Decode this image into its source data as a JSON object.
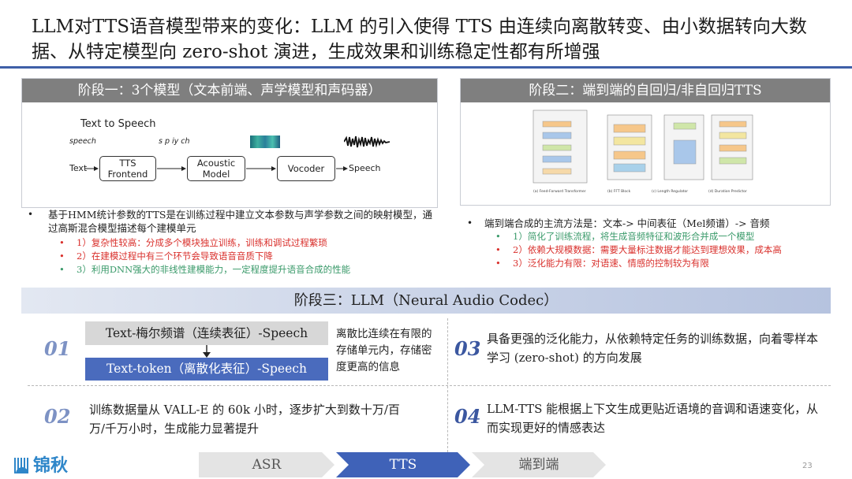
{
  "title": "LLM对TTS语音模型带来的变化：LLM 的引入使得 TTS 由连续向离散转变、由小数据转向大数据、从特定模型向 zero-shot 演进，生成效果和训练稳定性都有所增强",
  "stage1": {
    "header": "阶段一：3个模型（文本前端、声学模型和声码器）",
    "diagram": {
      "title": "Text to Speech",
      "speech_label": "speech",
      "phoneme_label": "s p iy ch",
      "text_label": "Text",
      "tts_frontend": "TTS\nFrontend",
      "acoustic_model": "Acoustic\nModel",
      "vocoder": "Vocoder",
      "speech_out": "Speech"
    },
    "bullet": "基于HMM统计参数的TTS是在训练过程中建立文本参数与声学参数之间的映射模型，通过高斯混合模型描述每个建模单元",
    "subs": [
      "1）复杂性较高：分成多个模块独立训练，训练和调试过程繁琐",
      "2）在建模过程中有三个环节会导致语音音质下降",
      "3）利用DNN强大的非线性建模能力，一定程度提升语音合成的性能"
    ]
  },
  "stage2": {
    "header": "阶段二：端到端的自回归/非自回归TTS",
    "figure_captions": [
      "(a) Feed-Forward Transformer",
      "(b) FFT Block",
      "(c) Length Regulator",
      "(d) Duration Predictor"
    ],
    "bullet": "端到端合成的主流方法是：文本-> 中间表征（Mel频谱）-> 音频",
    "subs": [
      "1）简化了训练流程，将生成音频特征和波形合并成一个模型",
      "2）依赖大规模数据：需要大量标注数据才能达到理想效果，成本高",
      "3）泛化能力有限：对语速、情感的控制较为有限"
    ]
  },
  "stage3": {
    "header": "阶段三：LLM（Neural Audio Codec）",
    "items": [
      {
        "num": "01",
        "grey_box": "Text-梅尔频谱（连续表征）-Speech",
        "blue_box": "Text-token（离散化表征）-Speech",
        "text": "离散比连续在有限的存储单元内，存储密度更高的信息"
      },
      {
        "num": "03",
        "text": "具备更强的泛化能力，从依赖特定任务的训练数据，向着零样本学习 (zero-shot) 的方向发展"
      },
      {
        "num": "02",
        "text": "训练数据量从 VALL-E 的 60k 小时，逐步扩大到数十万/百万/千万小时，生成能力显著提升"
      },
      {
        "num": "04",
        "text": "LLM-TTS 能根据上下文生成更贴近语境的音调和语速变化，从而实现更好的情感表达"
      }
    ]
  },
  "footer": {
    "logo": "锦秋",
    "tabs": [
      "ASR",
      "TTS",
      "端到端"
    ],
    "active_tab": "TTS",
    "page": "23"
  },
  "colors": {
    "accent": "#3f5fa8",
    "active_tab": "#3f62b8",
    "inactive_tab": "#e4e4e4",
    "red": "#d9302c",
    "green": "#3a9a6a"
  }
}
